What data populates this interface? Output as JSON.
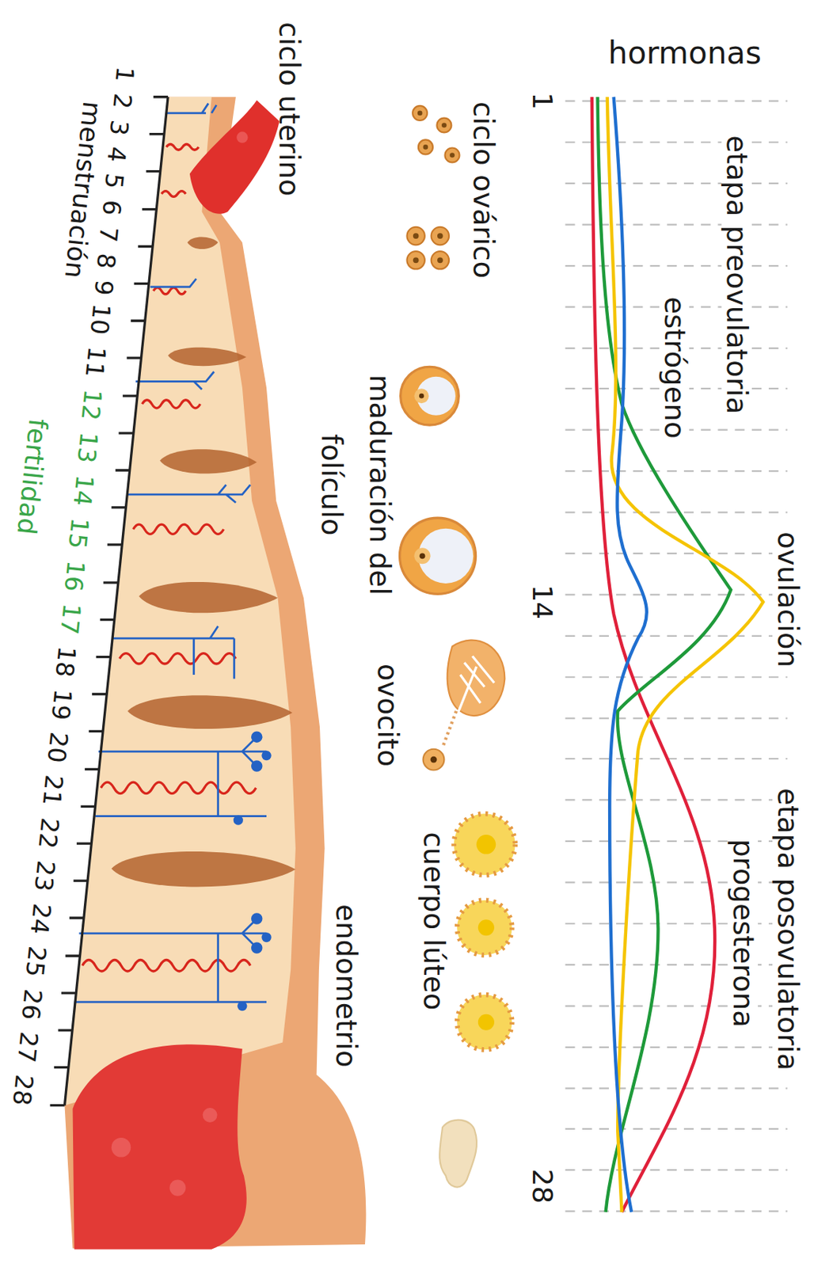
{
  "diagram": {
    "labels": [
      "hormonas",
      "1",
      "etapa preovulatoria",
      "estrógeno",
      "14",
      "ovulación",
      "etapa posovulatoria",
      "progesterona",
      "28",
      "ciclo ovárico",
      "maduración del",
      "folículo",
      "ovocito",
      "cuerpo lúteo",
      "endometrio",
      "ciclo uterino",
      "menstruación",
      "1",
      "2",
      "3",
      "4",
      "5",
      "6",
      "7",
      "8",
      "9",
      "10",
      "11",
      "12",
      "13",
      "14",
      "15",
      "16",
      "17",
      "18",
      "19",
      "20",
      "21",
      "22",
      "23",
      "24",
      "25",
      "26",
      "27",
      "28",
      "fertilidad"
    ]
  }
}
